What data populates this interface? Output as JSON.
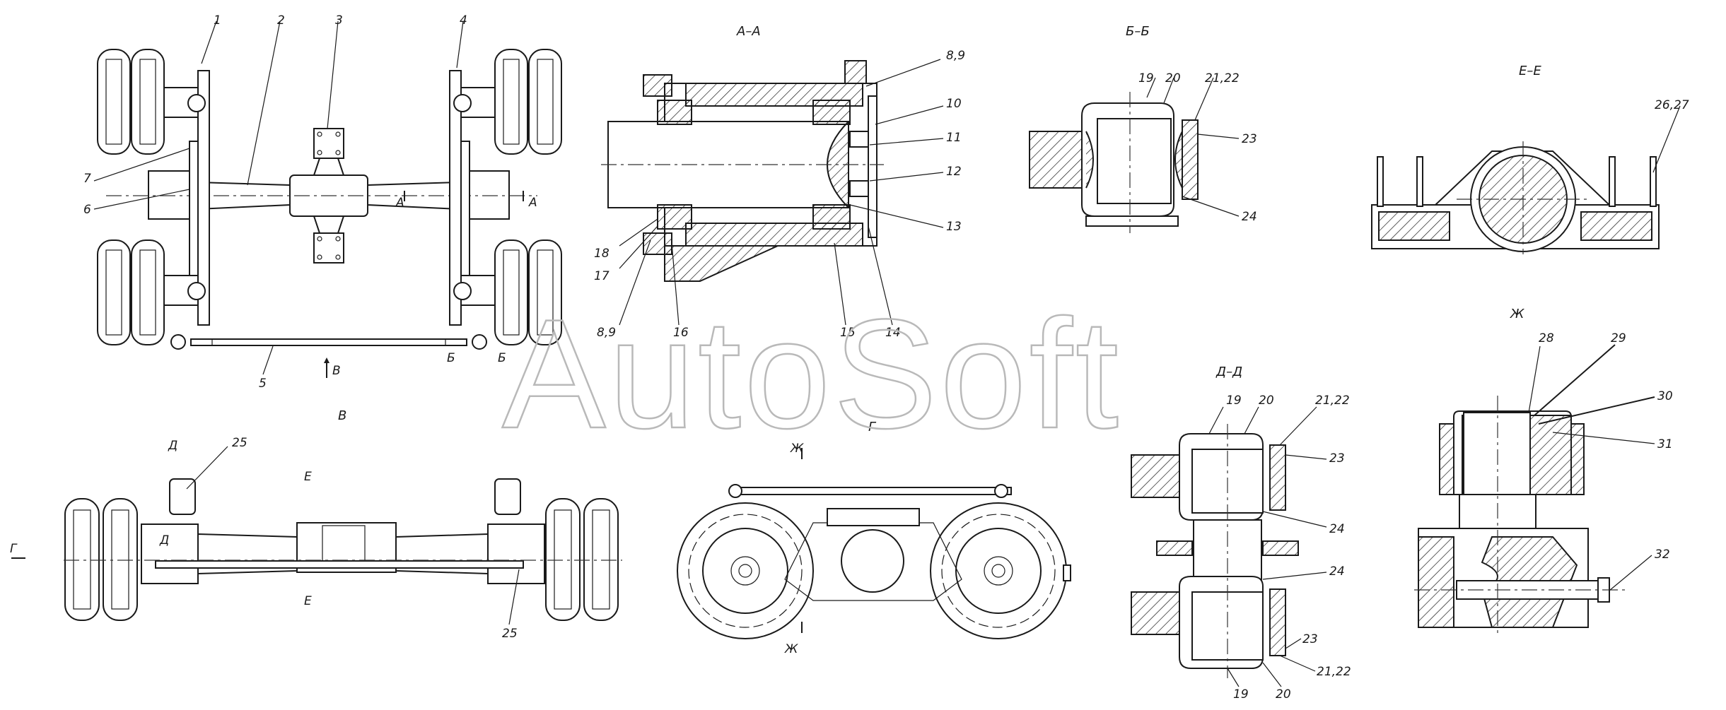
{
  "watermark": "AutoSoft",
  "views": {
    "top": {
      "callouts": [
        "1",
        "2",
        "3",
        "4",
        "7",
        "6",
        "5"
      ],
      "section_marks": {
        "a_left": "А",
        "a_right": "А",
        "b_left": "Б",
        "b_right": "Б",
        "view_v_arrow": "В"
      }
    },
    "section_aa": {
      "title": "А–А",
      "callouts": [
        "8,9",
        "10",
        "11",
        "12",
        "13",
        "14",
        "15",
        "16",
        "18",
        "17",
        "8,9"
      ]
    },
    "section_bb": {
      "title": "Б–Б",
      "callouts": [
        "19",
        "20",
        "21,22",
        "23",
        "24"
      ]
    },
    "section_ee": {
      "title": "Е–Е",
      "callouts": [
        "26,27"
      ]
    },
    "view_v": {
      "title": "В",
      "callouts": [
        "25",
        "25"
      ],
      "section_marks": {
        "d_top": "Д",
        "d_mid": "Д",
        "e_top": "Е",
        "e_bottom": "Е",
        "g_arrow": "Г"
      }
    },
    "view_g": {
      "title": "Г",
      "section_marks": {
        "zh_top": "Ж",
        "zh_bottom": "Ж"
      }
    },
    "section_dd": {
      "title": "Д–Д",
      "callouts_top": [
        "19",
        "20",
        "21,22",
        "23",
        "24"
      ],
      "callouts_bottom": [
        "24",
        "23",
        "21,22",
        "20",
        "19"
      ]
    },
    "view_zh": {
      "title": "Ж",
      "callouts": [
        "28",
        "29",
        "30",
        "31",
        "32"
      ]
    }
  }
}
